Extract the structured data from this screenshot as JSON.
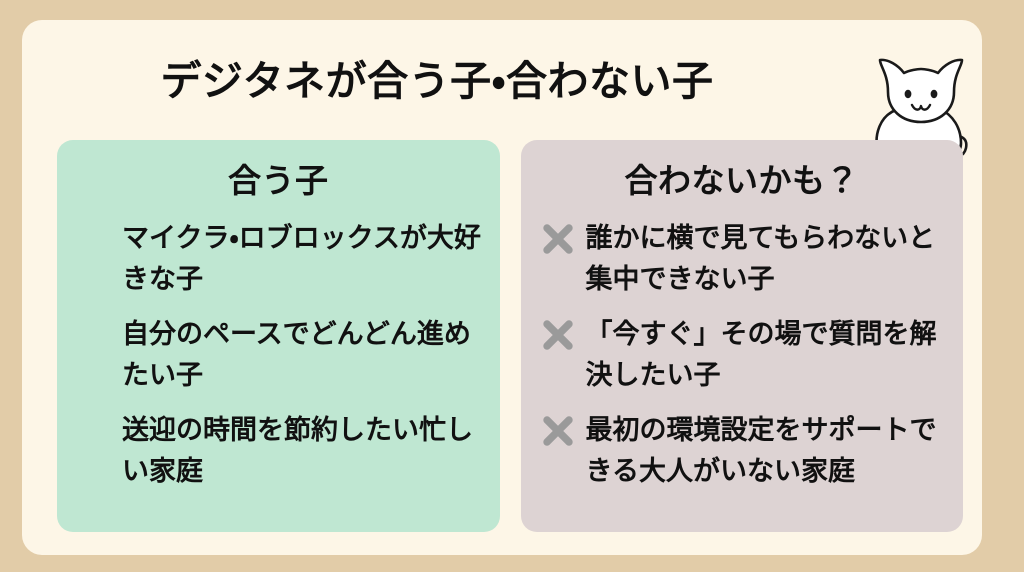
{
  "page": {
    "background_color": "#e2cca8",
    "card_color": "#fdf6e7",
    "title": "デジタネが合う子・合わない子"
  },
  "cat": {
    "name": "white sitting cat illustration",
    "body_color": "#ffffff",
    "outline_color": "#1a1a1a"
  },
  "panels": [
    {
      "id": "good-fit",
      "header": "合う子",
      "background_color": "#bfe7d2",
      "marker_type": "green-dot",
      "marker_color": "#14a85a",
      "items": [
        "マイクラ・ロブロックスが大好きな子",
        "自分のペースでどんどん進めたい子",
        "送迎の時間を節約したい忙しい家庭"
      ]
    },
    {
      "id": "maybe-not-fit",
      "header": "合わないかも？",
      "background_color": "#ddd3d3",
      "marker_type": "gray-cross",
      "marker_color": "#9a9a9a",
      "items": [
        "誰かに横で見てもらわないと集中できない子",
        "「今すぐ」その場で質問を解決したい子",
        "最初の環境設定をサポートできる大人がいない家庭"
      ]
    }
  ]
}
